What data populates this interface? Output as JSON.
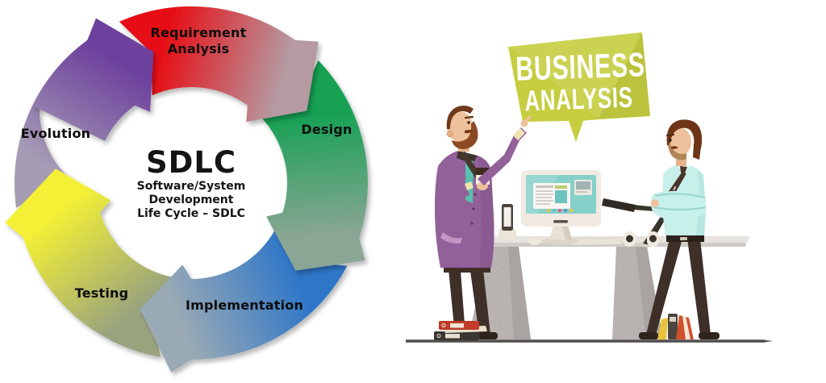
{
  "page": {
    "background": "#ffffff"
  },
  "sdlc_diagram": {
    "title": "SDLC",
    "subtitle_line1": "Software/System Development",
    "subtitle_line2": "Life Cycle – SDLC",
    "direction": "clockwise",
    "stages": [
      {
        "id": "requirement-analysis",
        "label": "Requirement Analysis",
        "color": "#e60f16",
        "fade": "#b59aa2",
        "tail": 336,
        "head": 42,
        "tip": 58,
        "bright_at": "tail"
      },
      {
        "id": "design",
        "label": "Design",
        "color": "#13a152",
        "fade": "#8ca695",
        "tail": 46,
        "head": 114,
        "tip": 130,
        "bright_at": "tail"
      },
      {
        "id": "implementation",
        "label": "Implementation",
        "color": "#2e76c8",
        "fade": "#9aaab4",
        "tail": 118,
        "head": 186,
        "tip": 202,
        "bright_at": "tail"
      },
      {
        "id": "testing",
        "label": "Testing",
        "color": "#f3f035",
        "fade": "#99a37e",
        "tail": 190,
        "head": 258,
        "tip": 276,
        "bright_at": "head"
      },
      {
        "id": "evolution",
        "label": "Evolution",
        "color": "#6d419d",
        "fade": "#a69db5",
        "tail": 262,
        "head": 330,
        "tip": 344,
        "bright_at": "head"
      }
    ]
  },
  "illustration": {
    "speech_bubble": {
      "line1": "BUSINESS",
      "line2": "ANALYSIS",
      "fill": "#c6cd3f",
      "text_color": "#ffffff"
    },
    "objects": [
      "desktop-computer",
      "smartphone",
      "keyboard",
      "mouse",
      "desk-lamp",
      "speakers",
      "binders",
      "desk"
    ]
  }
}
